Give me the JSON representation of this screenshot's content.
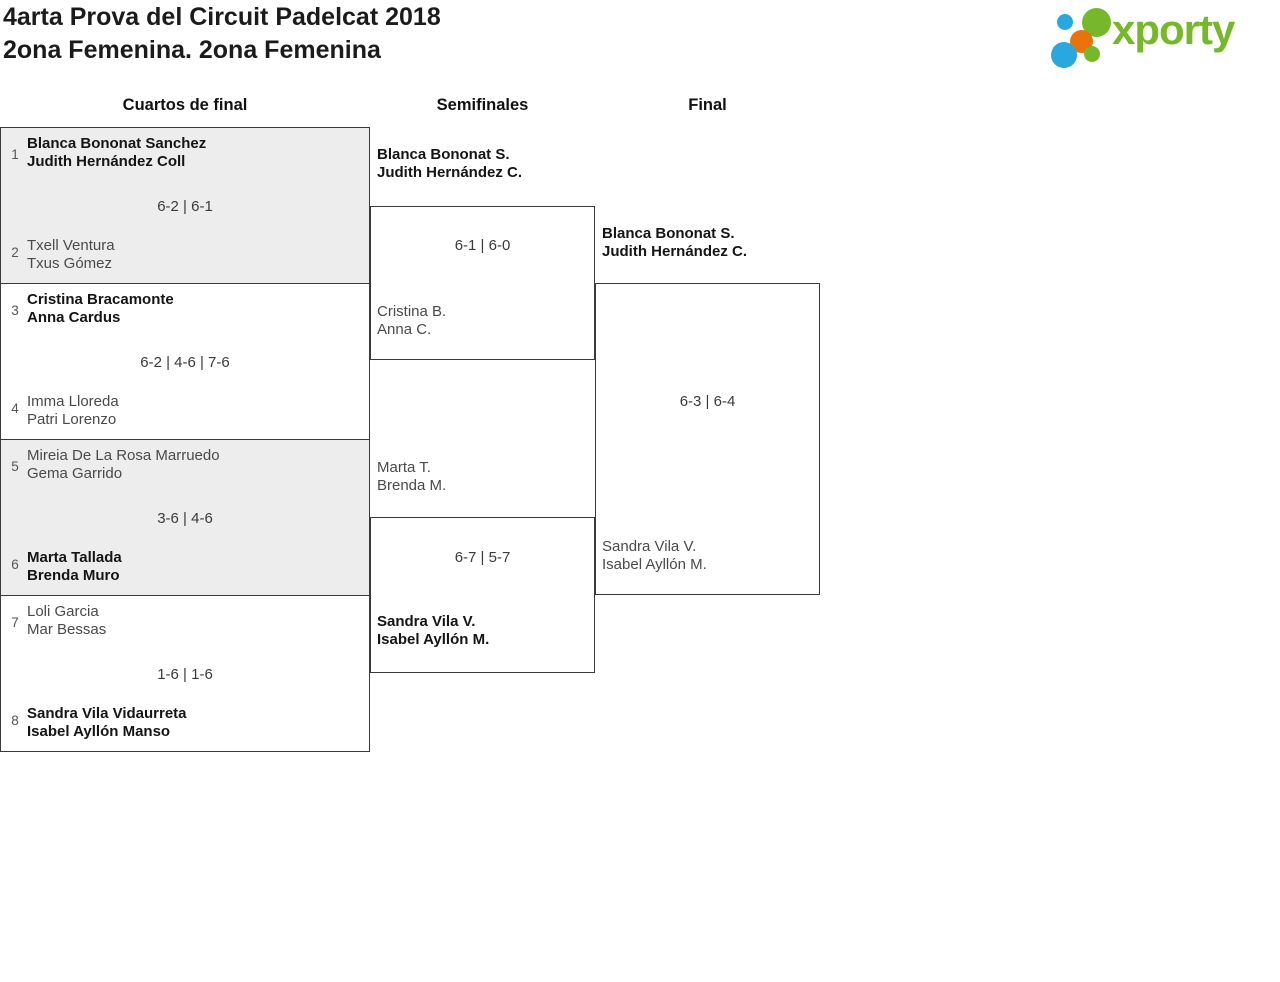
{
  "title": {
    "line1": "4arta Prova del Circuit Padelcat 2018",
    "line2": "2ona Femenina. 2ona Femenina"
  },
  "logo": {
    "text": "xporty",
    "colors": {
      "green": "#76b82a",
      "blue": "#29a8e0",
      "orange": "#e8720c"
    }
  },
  "round_headers": {
    "quarterfinals": "Cuartos de final",
    "semifinals": "Semifinales",
    "final": "Final"
  },
  "bracket": {
    "quarterfinals": [
      {
        "team_a": {
          "seed": "1",
          "players": [
            "Blanca Bononat Sanchez",
            "Judith Hernández Coll"
          ]
        },
        "team_b": {
          "seed": "2",
          "players": [
            "Txell Ventura",
            "Txus Gómez"
          ]
        },
        "score": "6-2 | 6-1",
        "winner": "team_a"
      },
      {
        "team_a": {
          "seed": "3",
          "players": [
            "Cristina Bracamonte",
            "Anna Cardus"
          ]
        },
        "team_b": {
          "seed": "4",
          "players": [
            "Imma Lloreda",
            "Patri Lorenzo"
          ]
        },
        "score": "6-2 | 4-6 | 7-6",
        "winner": "team_a"
      },
      {
        "team_a": {
          "seed": "5",
          "players": [
            "Mireia De La Rosa Marruedo",
            "Gema Garrido"
          ]
        },
        "team_b": {
          "seed": "6",
          "players": [
            "Marta Tallada",
            "Brenda Muro"
          ]
        },
        "score": "3-6 | 4-6",
        "winner": "team_b"
      },
      {
        "team_a": {
          "seed": "7",
          "players": [
            "Loli Garcia",
            "Mar Bessas"
          ]
        },
        "team_b": {
          "seed": "8",
          "players": [
            "Sandra Vila Vidaurreta",
            "Isabel Ayllón Manso"
          ]
        },
        "score": "1-6 | 1-6",
        "winner": "team_b"
      }
    ],
    "semifinals": [
      {
        "team_a": {
          "players": [
            "Blanca Bononat S.",
            "Judith Hernández C."
          ]
        },
        "team_b": {
          "players": [
            "Cristina B.",
            "Anna C."
          ]
        },
        "score": "6-1 | 6-0",
        "winner": "team_a"
      },
      {
        "team_a": {
          "players": [
            "Marta T.",
            "Brenda M."
          ]
        },
        "team_b": {
          "players": [
            "Sandra Vila V.",
            "Isabel Ayllón M."
          ]
        },
        "score": "6-7 | 5-7",
        "winner": "team_b"
      }
    ],
    "final": {
      "team_a": {
        "players": [
          "Blanca Bononat S.",
          "Judith Hernández C."
        ]
      },
      "team_b": {
        "players": [
          "Sandra Vila V.",
          "Isabel Ayllón M."
        ]
      },
      "score": "6-3 | 6-4",
      "winner": "team_a"
    }
  }
}
